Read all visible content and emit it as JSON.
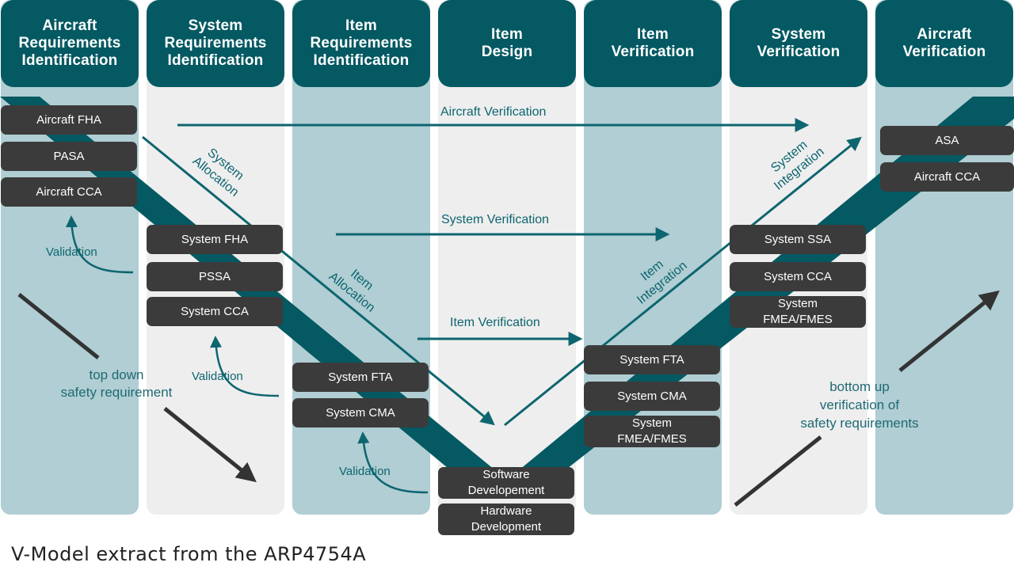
{
  "colors": {
    "header": "#045962",
    "teal_column": "#b0ced3",
    "grey_column": "#eeeeee",
    "band": "#045962",
    "box": "#3c3b3b",
    "arrow_teal": "#0d6570",
    "arrow_dark": "#333333"
  },
  "columns": [
    {
      "title": "Aircraft\nRequirements\nIdentification"
    },
    {
      "title": "System\nRequirements\nIdentification"
    },
    {
      "title": "Item\nRequirements\nIdentification"
    },
    {
      "title": "Item\nDesign"
    },
    {
      "title": "Item\nVerification"
    },
    {
      "title": "System\nVerification"
    },
    {
      "title": "Aircraft\nVerification"
    }
  ],
  "boxes": {
    "aircraft_fha": "Aircraft FHA",
    "pasa": "PASA",
    "aircraft_cca_left": "Aircraft CCA",
    "system_fha": "System FHA",
    "pssa": "PSSA",
    "system_cca_left": "System CCA",
    "system_fta_left": "System FTA",
    "system_cma_left": "System CMA",
    "software_dev": "Software\nDevelopement",
    "hardware_dev": "Hardware\nDevelopment",
    "system_fta_right": "System FTA",
    "system_cma_right": "System CMA",
    "system_fmea_left": "System\nFMEA/FMES",
    "system_ssa": "System SSA",
    "system_cca_right": "System CCA",
    "system_fmea_right": "System\nFMEA/FMES",
    "asa": "ASA",
    "aircraft_cca_right": "Aircraft CCA"
  },
  "labels": {
    "aircraft_verification": "Aircraft Verification",
    "system_verification": "System Verification",
    "item_verification": "Item Verification",
    "system_allocation": "System\nAllocation",
    "item_allocation": "Item\nAllocation",
    "system_integration": "System\nIntegration",
    "item_integration": "Item\nIntegration",
    "validation_1": "Validation",
    "validation_2": "Validation",
    "validation_3": "Validation",
    "top_down": "top down\nsafety requirement",
    "bottom_up": "bottom up\nverification of\nsafety requirements"
  },
  "caption": "V-Model extract from the ARP4754A"
}
